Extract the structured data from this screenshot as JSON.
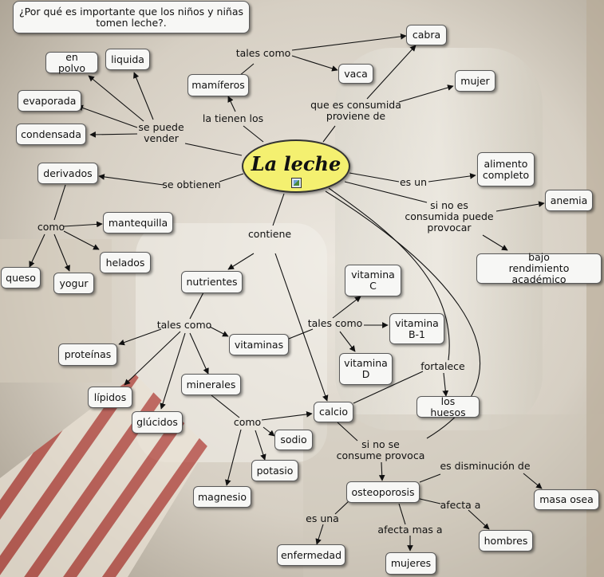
{
  "question": "¿Por qué es importante  que los niños y niñas\ntomen leche?.",
  "main": "La leche",
  "concepts": {
    "cabra": "cabra",
    "en_polvo": "en polvo",
    "liquida": "liquida",
    "vaca": "vaca",
    "mujer": "mujer",
    "mamiferos": "mamíferos",
    "evaporada": "evaporada",
    "condensada": "condensada",
    "derivados": "derivados",
    "alimento_completo": "alimento\ncompleto",
    "anemia": "anemia",
    "mantequilla": "mantequilla",
    "helados": "helados",
    "queso": "queso",
    "yogur": "yogur",
    "bajo_rendimiento": "bajo\nrendimiento académico",
    "nutrientes": "nutrientes",
    "vitamina_c": "vitamina\nC",
    "vitamina_b1": "vitamina\nB-1",
    "vitaminas": "vitaminas",
    "proteinas": "proteínas",
    "vitamina_d": "vitamina\nD",
    "minerales": "minerales",
    "lipidos": "lípidos",
    "glucidos": "glúcidos",
    "calcio": "calcio",
    "los_huesos": "los huesos",
    "sodio": "sodio",
    "potasio": "potasio",
    "magnesio": "magnesio",
    "osteoporosis": "osteoporosis",
    "masa_osea": "masa osea",
    "hombres": "hombres",
    "enfermedad": "enfermedad",
    "mujeres": "mujeres"
  },
  "linking_phrases": {
    "tales_como_1": "tales como",
    "la_tienen_los": "la tienen los",
    "que_es_consumida": "que es consumida\nproviene de",
    "se_puede_vender": "se puede\nvender",
    "se_obtienen": "se obtienen",
    "es_un": "es un",
    "si_no_es_consumida": "si no es\nconsumida puede\nprovocar",
    "como_1": "como",
    "contiene": "contiene",
    "tales_como_2": "tales como",
    "tales_como_3": "tales como",
    "fortalece": "fortalece",
    "como_2": "como",
    "si_no_se_consume": "si no se\nconsume provoca",
    "es_disminucion": "es disminución de",
    "afecta_a": "afecta a",
    "es_una": "es una",
    "afecta_mas_a": "afecta mas a"
  },
  "colors": {
    "main_fill": "#f4f070",
    "node_fill": "#f7f7f5",
    "line": "#111111"
  }
}
